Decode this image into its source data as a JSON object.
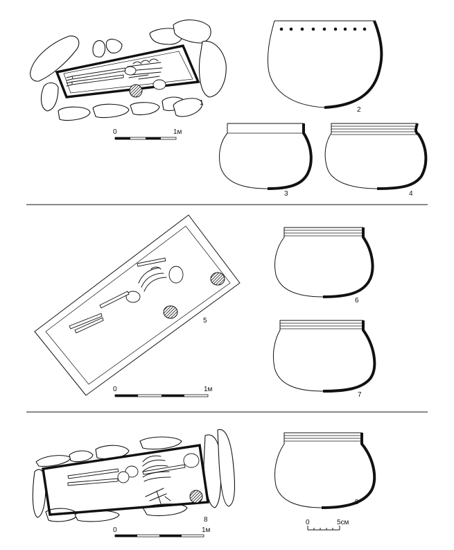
{
  "scale_bars": {
    "grave_start": "0",
    "grave_end": "1м",
    "pot_start": "0",
    "pot_end": "5см"
  },
  "figure_numbers": {
    "f1": "1",
    "f2": "2",
    "f3": "3",
    "f4": "4",
    "f5": "5",
    "f6": "6",
    "f7": "7",
    "f8": "8",
    "f9": "9"
  }
}
